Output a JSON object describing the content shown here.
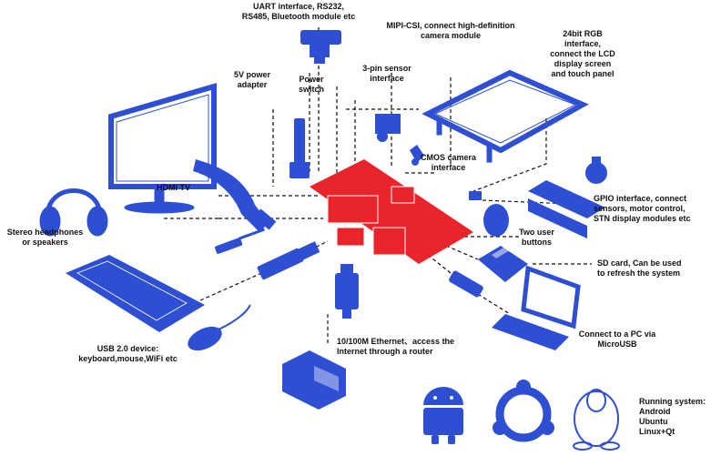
{
  "colors": {
    "accent": "#2f4fd2",
    "board": "#e8252b",
    "leader": "#111111"
  },
  "labels": {
    "uart": "UART interface, RS232,\nRS485, Bluetooth module etc",
    "mipi": "MIPI-CSI, connect high-definition\ncamera module",
    "rgb": "24bit RGB interface,\nconnect the LCD\ndisplay screen\nand touch panel",
    "power_adapter": "5V power\nadapter",
    "power_switch": "Power\nswitch",
    "sensor": "3-pin sensor\ninterface",
    "cmos": "CMOS camera\ninterface",
    "hdmi": "HDMI TV",
    "gpio": "GPIO interface, connect\nsensors, motor control,\nSTN display modules etc",
    "headphones": "Stereo headphones\nor speakers",
    "user_buttons": "Two user\nbuttons",
    "sdcard": "SD card, Can be used\nto refresh the system",
    "usb": "USB 2.0 device:\nkeyboard,mouse,WiFi etc",
    "ethernet": "10/100M Ethernet、access the\nInternet through a router",
    "pc": "Connect to a PC via\nMicroUSB",
    "os": "Running system:\nAndroid\nUbuntu\nLinux+Qt"
  },
  "icons": [
    "monitor-icon",
    "hdmi-cable-icon",
    "headphones-icon",
    "audio-jack-icon",
    "usb-plug-icon",
    "keyboard-icon",
    "mouse-icon",
    "ethernet-plug-icon",
    "router-icon",
    "laptop-icon",
    "sd-card-icon",
    "lcd-panel-icon",
    "db9-connector-icon",
    "camera-module-icon",
    "gpio-module-icon",
    "android-icon",
    "ubuntu-icon",
    "tux-icon"
  ]
}
